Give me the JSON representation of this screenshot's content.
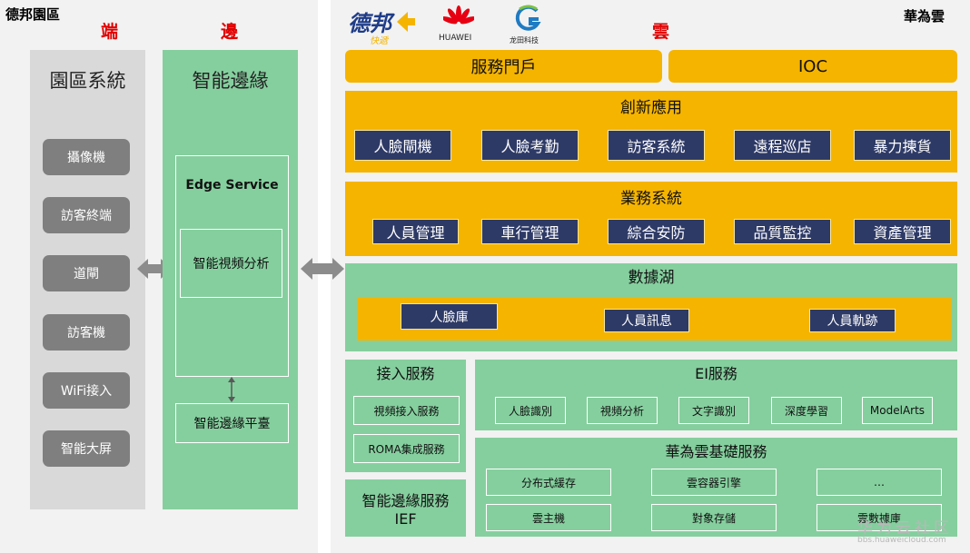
{
  "left": {
    "title": "德邦園區",
    "label_duan": "端",
    "label_bian": "邊",
    "park_system": {
      "title": "園區系統",
      "items": [
        "攝像機",
        "訪客終端",
        "道閘",
        "訪客機",
        "WiFi接入",
        "智能大屏"
      ]
    },
    "edge": {
      "title": "智能邊緣",
      "edge_service": "Edge Service",
      "video_analysis": "智能視頻分析",
      "platform": "智能邊緣平臺"
    }
  },
  "right": {
    "cloud_title": "華為雲",
    "cloud_label": "雲",
    "logos": {
      "deppon": "德邦",
      "deppon_sub": "快遞",
      "huawei": "HUAWEI",
      "longtian": "龙田科技"
    },
    "service_portal": "服務門戶",
    "ioc": "IOC",
    "innovation": {
      "title": "創新應用",
      "items": [
        "人臉閘機",
        "人臉考勤",
        "訪客系統",
        "遠程巡店",
        "暴力揀貨"
      ]
    },
    "business": {
      "title": "業務系統",
      "items": [
        "人員管理",
        "車行管理",
        "綜合安防",
        "品質監控",
        "資產管理"
      ]
    },
    "datalake": {
      "title": "數據湖",
      "items": [
        "人臉庫",
        "人員訊息",
        "人員軌跡"
      ]
    },
    "access": {
      "title": "接入服務",
      "items": [
        "視頻接入服務",
        "ROMA集成服務"
      ]
    },
    "edge_service": {
      "line1": "智能邊緣服務",
      "line2": "IEF"
    },
    "ei": {
      "title": "EI服務",
      "items": [
        "人臉識別",
        "視頻分析",
        "文字識別",
        "深度學習",
        "ModelArts"
      ]
    },
    "base": {
      "title": "華為雲基礎服務",
      "items": [
        "分布式緩存",
        "雲容器引擎",
        "…",
        "雲主機",
        "對象存儲",
        "雲數據庫"
      ]
    }
  },
  "watermark": {
    "text": "华为云社区",
    "url": "bbs.huaweicloud.com"
  },
  "colors": {
    "orange": "#f5b400",
    "green": "#85cf9e",
    "navy": "#2e3a66",
    "gray_button": "#7f7f7f",
    "red_label": "#e00000"
  }
}
